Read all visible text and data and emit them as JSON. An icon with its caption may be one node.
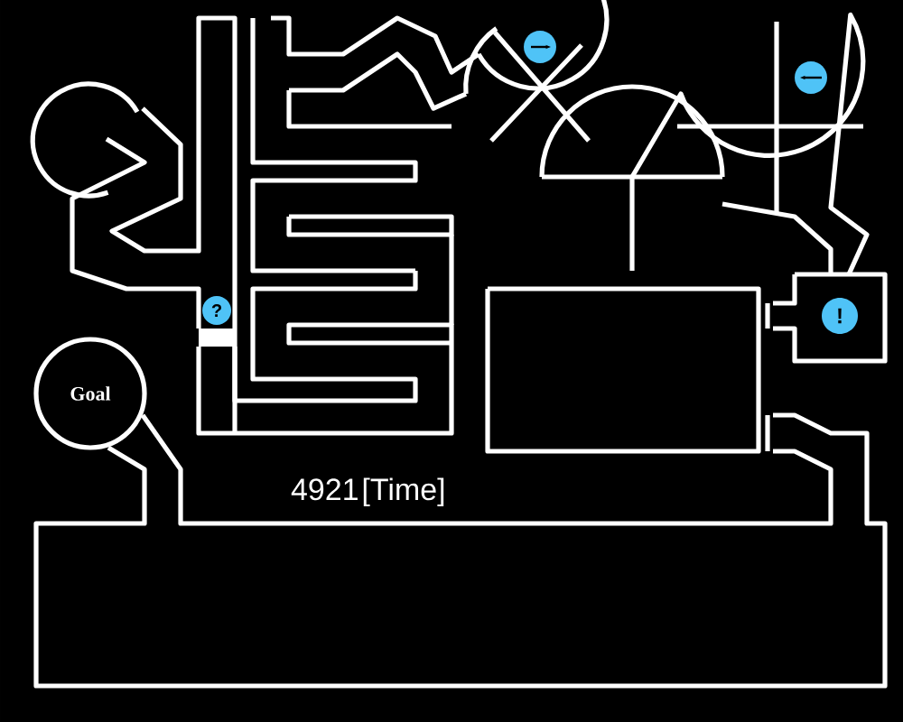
{
  "diagram": {
    "nodes": [
      {
        "text": [
          "Goal"
        ]
      }
    ],
    "labels": [
      "?",
      "!",
      "4921",
      "[Time]"
    ]
  }
}
